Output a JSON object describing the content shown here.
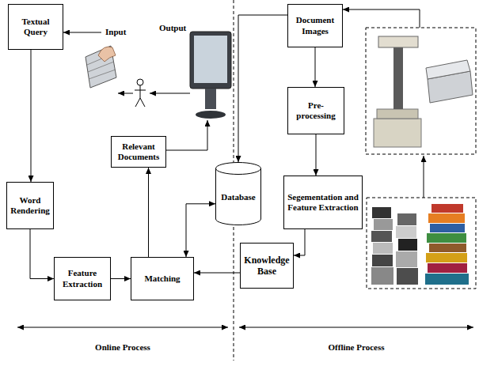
{
  "diagram": {
    "nodes": [
      {
        "text": [
          "Textual Query"
        ]
      },
      {
        "text": [
          "Word Rendering"
        ]
      },
      {
        "text": [
          "Feature Extraction"
        ]
      },
      {
        "text": [
          "Matching"
        ]
      },
      {
        "text": [
          "Relevant Documents"
        ]
      },
      {
        "text": [
          "Database"
        ]
      },
      {
        "text": [
          "Document Images"
        ]
      },
      {
        "text": [
          "Pre-processing"
        ]
      },
      {
        "text": [
          "Segementation and Feature Extraction"
        ]
      },
      {
        "text": [
          "Knowledge Base"
        ]
      }
    ],
    "edges": [
      {
        "from": 0,
        "to": 1,
        "arrow": "to"
      },
      {
        "from": 1,
        "to": 2,
        "arrow": "to"
      },
      {
        "from": 2,
        "to": 3,
        "arrow": "to"
      },
      {
        "from": 3,
        "to": 4,
        "arrow": "to"
      },
      {
        "from": 3,
        "to": 5,
        "arrow": "both"
      },
      {
        "from": 9,
        "to": 3,
        "arrow": "to"
      },
      {
        "from": 6,
        "to": 5,
        "arrow": "to"
      },
      {
        "from": 6,
        "to": 7,
        "arrow": "to"
      },
      {
        "from": 7,
        "to": 8,
        "arrow": "to"
      },
      {
        "from": 8,
        "to": 9,
        "arrow": "to"
      }
    ],
    "labels": [
      "Input",
      "Output",
      "Online Process",
      "Offline Process"
    ]
  }
}
